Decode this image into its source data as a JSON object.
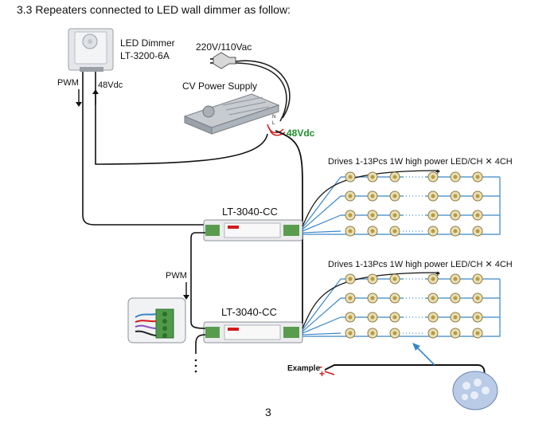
{
  "heading": "3.3 Repeaters connected to LED wall dimmer as follow:",
  "dimmer": {
    "name": "LED Dimmer",
    "model": "LT-3200-6A"
  },
  "mains_label": "220V/110Vac",
  "power_supply_label": "CV Power Supply",
  "pwm_label": "PWM",
  "vdc_label": "48Vdc",
  "vdc_label_green": "48Vdc",
  "drives_label": "Drives 1-13Pcs 1W high power LED/CH ✕ 4CH",
  "repeater_1": "LT-3040-CC",
  "repeater_2": "LT-3040-CC",
  "pwm_label_2": "PWM",
  "example_label": "Example",
  "page_number": "3",
  "colors": {
    "led_wire": "#3a86c8",
    "vdc_text": "#1a8f2a",
    "polarity_plus": "#d21a1a"
  }
}
